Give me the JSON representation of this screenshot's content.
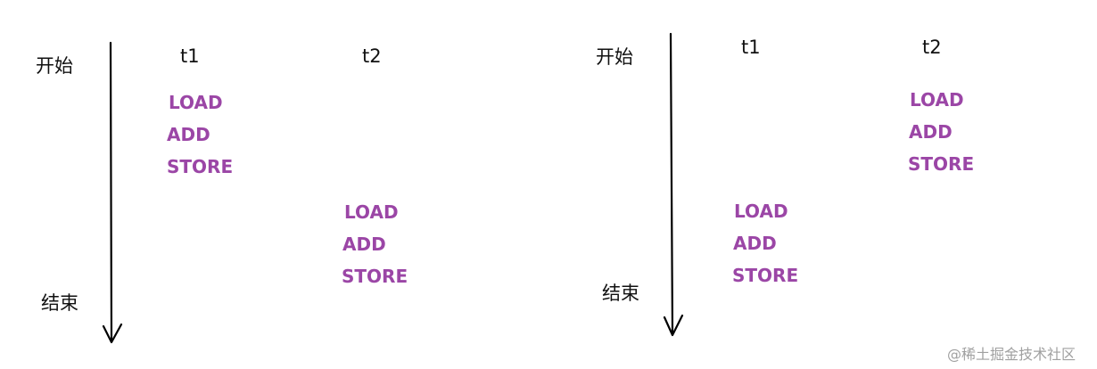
{
  "colors": {
    "operation": "#9b46a6",
    "text": "#111111",
    "arrow": "#000000",
    "watermark": "#a0a0a0"
  },
  "left_diagram": {
    "start_label": "开始",
    "end_label": "结束",
    "thread1_label": "t1",
    "thread2_label": "t2",
    "t1_ops": [
      "LOAD",
      "ADD",
      "STORE"
    ],
    "t2_ops": [
      "LOAD",
      "ADD",
      "STORE"
    ]
  },
  "right_diagram": {
    "start_label": "开始",
    "end_label": "结束",
    "thread1_label": "t1",
    "thread2_label": "t2",
    "t2_ops": [
      "LOAD",
      "ADD",
      "STORE"
    ],
    "t1_ops": [
      "LOAD",
      "ADD",
      "STORE"
    ]
  },
  "watermark": "@稀土掘金技术社区"
}
